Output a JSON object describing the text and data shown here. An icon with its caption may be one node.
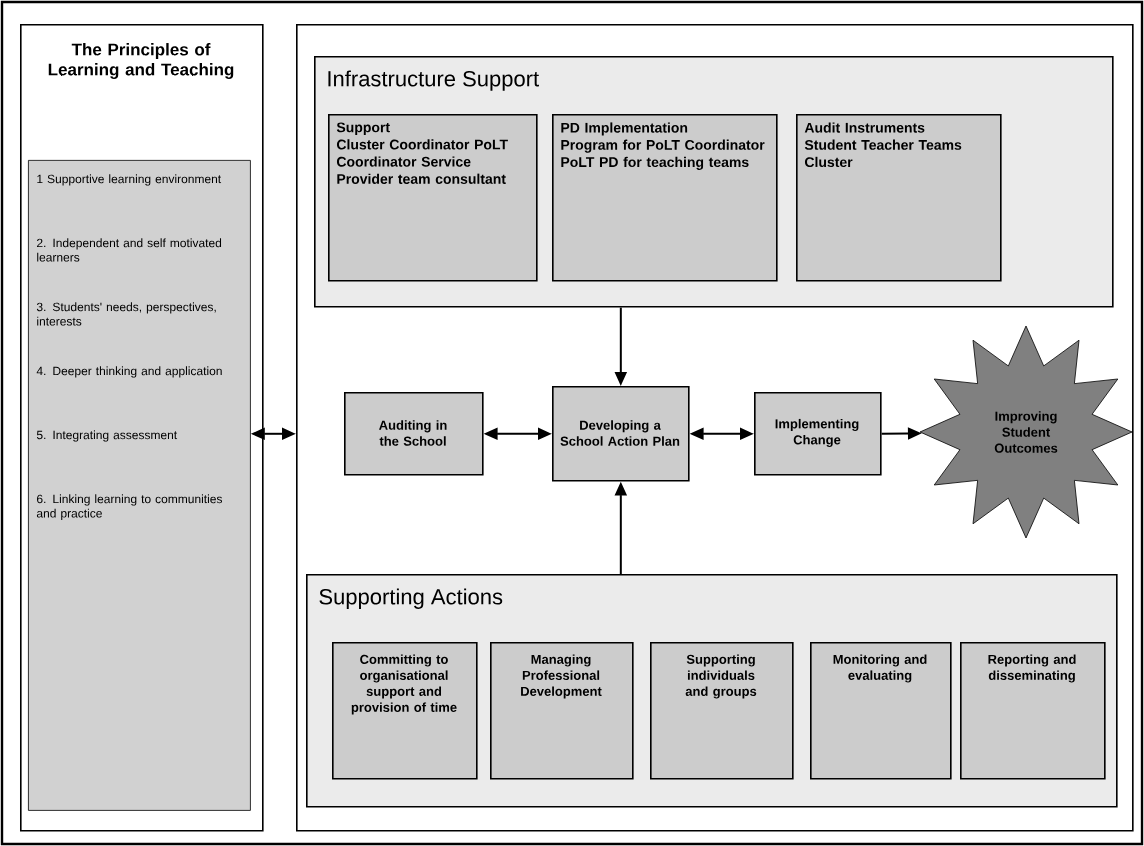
{
  "diagram": {
    "nodes": [
      {
        "text": [
          "The Principles of Learning and Teaching"
        ]
      },
      {
        "text": [
          "1 Supportive learning environment",
          "2. Independent and self motivated learners",
          "3. Students' needs, perspectives, interests",
          "4. Deeper thinking and application",
          "5. Integrating assessment",
          "6. Linking learning to communities and practice"
        ],
        "in": 0
      },
      {
        "text": [],
        "shape": "box"
      },
      {
        "text": [
          "Infrastructure Support"
        ],
        "in": 2
      },
      {
        "text": [
          "Support",
          "Cluster Coordinator PoLT Coordinator Service Provider team consultant"
        ],
        "in": 3
      },
      {
        "text": [
          "PD Implementation",
          "Program for PoLT Coordinator PoLT PD for teaching teams"
        ],
        "in": 3
      },
      {
        "text": [
          "Audit Instruments",
          "Student Teacher Teams Cluster"
        ],
        "in": 3
      },
      {
        "text": [
          "Auditing in the School"
        ],
        "in": 2
      },
      {
        "text": [
          "Developing a School Action Plan"
        ],
        "in": 2
      },
      {
        "text": [
          "Implementing Change"
        ],
        "in": 2
      },
      {
        "text": [
          "Improving Student Outcomes"
        ],
        "in": 2
      },
      {
        "text": [
          "Supporting Actions"
        ],
        "in": 2
      },
      {
        "text": [
          "Committing to organisational support and provision of time"
        ],
        "in": 11
      },
      {
        "text": [
          "Managing Professional Development"
        ],
        "in": 11
      },
      {
        "text": [
          "Supporting individuals and groups"
        ],
        "in": 11
      },
      {
        "text": [
          "Monitoring and evaluating"
        ],
        "in": 11
      },
      {
        "text": [
          "Reporting and disseminating"
        ],
        "in": 11
      }
    ],
    "edges": [
      {
        "from": 1,
        "to": 2,
        "arrow": "both"
      },
      {
        "from": 3,
        "to": 8,
        "arrow": "to"
      },
      {
        "from": 11,
        "to": 8,
        "arrow": "to"
      },
      {
        "from": 7,
        "to": 8,
        "arrow": "both"
      },
      {
        "from": 8,
        "to": 9,
        "arrow": "both"
      },
      {
        "from": 9,
        "to": 10,
        "arrow": "to"
      }
    ]
  }
}
